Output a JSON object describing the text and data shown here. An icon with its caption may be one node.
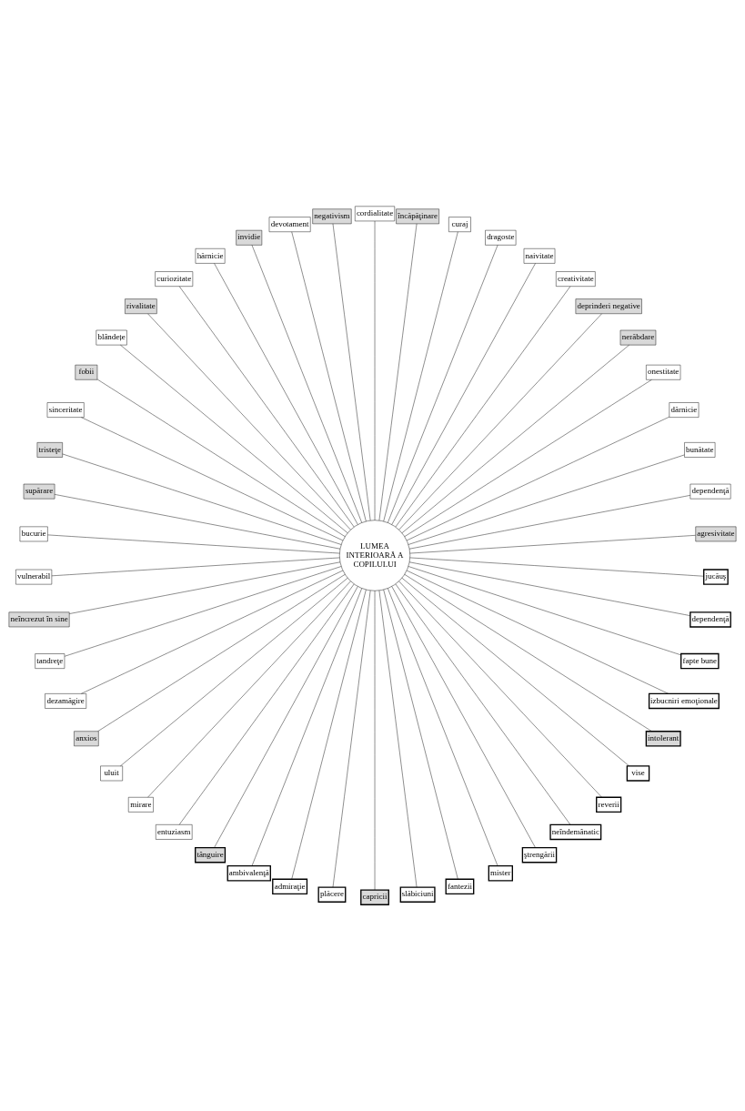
{
  "diagram": {
    "nodes": [
      {
        "text": [
          "LUMEA INTERIOARĂ A COPILULUI"
        ]
      },
      {
        "text": [
          "agresivitate"
        ]
      },
      {
        "text": [
          "dependenţă"
        ]
      },
      {
        "text": [
          "bunătate"
        ]
      },
      {
        "text": [
          "dărnicie"
        ]
      },
      {
        "text": [
          "onestitate"
        ]
      },
      {
        "text": [
          "nerăbdare"
        ]
      },
      {
        "text": [
          "deprinderi negative"
        ]
      },
      {
        "text": [
          "creativitate"
        ]
      },
      {
        "text": [
          "naivitate"
        ]
      },
      {
        "text": [
          "dragoste"
        ]
      },
      {
        "text": [
          "curaj"
        ]
      },
      {
        "text": [
          "încăpăţinare"
        ]
      },
      {
        "text": [
          "cordialitate"
        ]
      },
      {
        "text": [
          "negativism"
        ]
      },
      {
        "text": [
          "devotament"
        ]
      },
      {
        "text": [
          "invidie"
        ]
      },
      {
        "text": [
          "hărnicie"
        ]
      },
      {
        "text": [
          "curiozitate"
        ]
      },
      {
        "text": [
          "rivalitate"
        ]
      },
      {
        "text": [
          "blândețe"
        ]
      },
      {
        "text": [
          "fobii"
        ]
      },
      {
        "text": [
          "sinceritate"
        ]
      },
      {
        "text": [
          "tristeţe"
        ]
      },
      {
        "text": [
          "supărare"
        ]
      },
      {
        "text": [
          "bucurie"
        ]
      },
      {
        "text": [
          "vulnerabil"
        ]
      },
      {
        "text": [
          "neîncrezut în sine"
        ]
      },
      {
        "text": [
          "tandreţe"
        ]
      },
      {
        "text": [
          "dezamăgire"
        ]
      },
      {
        "text": [
          "anxios"
        ]
      },
      {
        "text": [
          "uluit"
        ]
      },
      {
        "text": [
          "mirare"
        ]
      },
      {
        "text": [
          "entuziasm"
        ]
      },
      {
        "text": [
          "tânguire"
        ]
      },
      {
        "text": [
          "ambivalenţă"
        ]
      },
      {
        "text": [
          "admiraţie"
        ]
      },
      {
        "text": [
          "plăcere"
        ]
      },
      {
        "text": [
          "capricii"
        ]
      },
      {
        "text": [
          "slăbiciuni"
        ]
      },
      {
        "text": [
          "fantezii"
        ]
      },
      {
        "text": [
          "mister"
        ]
      },
      {
        "text": [
          "ştrengării"
        ]
      },
      {
        "text": [
          "neîndemânatic"
        ]
      },
      {
        "text": [
          "reverii"
        ]
      },
      {
        "text": [
          "vise"
        ]
      },
      {
        "text": [
          "intolerant"
        ]
      },
      {
        "text": [
          "izbucniri emoţionale"
        ]
      },
      {
        "text": [
          "fapte bune"
        ]
      },
      {
        "text": [
          "dependenţă"
        ]
      },
      {
        "text": [
          "jucăuş"
        ]
      }
    ],
    "edges": [
      {
        "from": 0,
        "to": 1,
        "arrow": "none"
      },
      {
        "from": 0,
        "to": 2,
        "arrow": "none"
      },
      {
        "from": 0,
        "to": 3,
        "arrow": "none"
      },
      {
        "from": 0,
        "to": 4,
        "arrow": "none"
      },
      {
        "from": 0,
        "to": 5,
        "arrow": "none"
      },
      {
        "from": 0,
        "to": 6,
        "arrow": "none"
      },
      {
        "from": 0,
        "to": 7,
        "arrow": "none"
      },
      {
        "from": 0,
        "to": 8,
        "arrow": "none"
      },
      {
        "from": 0,
        "to": 9,
        "arrow": "none"
      },
      {
        "from": 0,
        "to": 10,
        "arrow": "none"
      },
      {
        "from": 0,
        "to": 11,
        "arrow": "none"
      },
      {
        "from": 0,
        "to": 12,
        "arrow": "none"
      },
      {
        "from": 0,
        "to": 13,
        "arrow": "none"
      },
      {
        "from": 0,
        "to": 14,
        "arrow": "none"
      },
      {
        "from": 0,
        "to": 15,
        "arrow": "none"
      },
      {
        "from": 0,
        "to": 16,
        "arrow": "none"
      },
      {
        "from": 0,
        "to": 17,
        "arrow": "none"
      },
      {
        "from": 0,
        "to": 18,
        "arrow": "none"
      },
      {
        "from": 0,
        "to": 19,
        "arrow": "none"
      },
      {
        "from": 0,
        "to": 20,
        "arrow": "none"
      },
      {
        "from": 0,
        "to": 21,
        "arrow": "none"
      },
      {
        "from": 0,
        "to": 22,
        "arrow": "none"
      },
      {
        "from": 0,
        "to": 23,
        "arrow": "none"
      },
      {
        "from": 0,
        "to": 24,
        "arrow": "none"
      },
      {
        "from": 0,
        "to": 25,
        "arrow": "none"
      },
      {
        "from": 0,
        "to": 26,
        "arrow": "none"
      },
      {
        "from": 0,
        "to": 27,
        "arrow": "none"
      },
      {
        "from": 0,
        "to": 28,
        "arrow": "none"
      },
      {
        "from": 0,
        "to": 29,
        "arrow": "none"
      },
      {
        "from": 0,
        "to": 30,
        "arrow": "none"
      },
      {
        "from": 0,
        "to": 31,
        "arrow": "none"
      },
      {
        "from": 0,
        "to": 32,
        "arrow": "none"
      },
      {
        "from": 0,
        "to": 33,
        "arrow": "none"
      },
      {
        "from": 0,
        "to": 34,
        "arrow": "none"
      },
      {
        "from": 0,
        "to": 35,
        "arrow": "none"
      },
      {
        "from": 0,
        "to": 36,
        "arrow": "none"
      },
      {
        "from": 0,
        "to": 37,
        "arrow": "none"
      },
      {
        "from": 0,
        "to": 38,
        "arrow": "none"
      },
      {
        "from": 0,
        "to": 39,
        "arrow": "none"
      },
      {
        "from": 0,
        "to": 40,
        "arrow": "none"
      },
      {
        "from": 0,
        "to": 41,
        "arrow": "none"
      },
      {
        "from": 0,
        "to": 42,
        "arrow": "none"
      },
      {
        "from": 0,
        "to": 43,
        "arrow": "none"
      },
      {
        "from": 0,
        "to": 44,
        "arrow": "none"
      },
      {
        "from": 0,
        "to": 45,
        "arrow": "none"
      },
      {
        "from": 0,
        "to": 46,
        "arrow": "none"
      },
      {
        "from": 0,
        "to": 47,
        "arrow": "none"
      },
      {
        "from": 0,
        "to": 48,
        "arrow": "none"
      },
      {
        "from": 0,
        "to": 49,
        "arrow": "none"
      },
      {
        "from": 0,
        "to": 50,
        "arrow": "none"
      }
    ]
  }
}
